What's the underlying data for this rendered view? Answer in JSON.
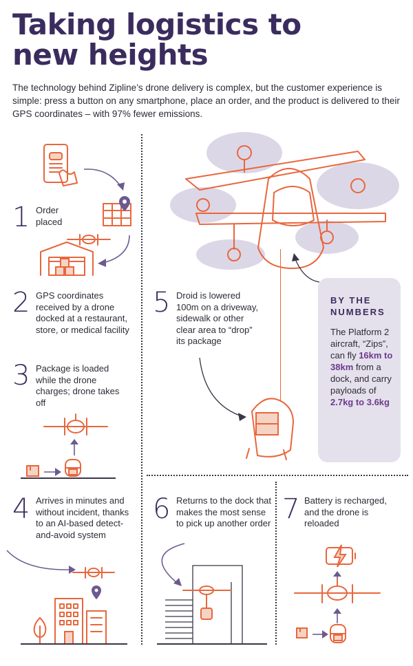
{
  "header": {
    "title": "Taking logistics to new heights",
    "intro": "The technology behind Zipline’s drone delivery is complex, but the customer experience is simple: press a button on any smartphone, place an order, and the product is delivered to their GPS coordinates – with 97% fewer emissions."
  },
  "steps": [
    {
      "number": "1",
      "text": "Order placed"
    },
    {
      "number": "2",
      "text": "GPS coordinates received by a drone docked at a restaurant, store, or medical facility"
    },
    {
      "number": "3",
      "text": "Package is loaded while the drone charges; drone takes off"
    },
    {
      "number": "4",
      "text": "Arrives in minutes and without incident, thanks to an AI-based detect-and-avoid system"
    },
    {
      "number": "5",
      "text": "Droid is lowered 100m on a driveway, sidewalk or other clear area to “drop” its package"
    },
    {
      "number": "6",
      "text": "Returns to the dock that makes the most sense to pick up another order"
    },
    {
      "number": "7",
      "text": "Battery is recharged, and the drone is reloaded"
    }
  ],
  "numbers_box": {
    "heading": "BY THE NUMBERS",
    "text_1": "The Platform 2 aircraft, “Zips”, can fly ",
    "range": "16km to 38km",
    "text_2": " from a dock, and carry payloads of ",
    "payload": "2.7kg to 3.6kg"
  },
  "colors": {
    "accent": "#e8663d",
    "brand": "#3b2c5e",
    "box_bg": "#e5e1ec"
  },
  "icons": [
    "smartphone-icon",
    "location-pin-icon",
    "map-grid-icon",
    "warehouse-icon",
    "drone-icon",
    "package-icon",
    "droid-icon",
    "building-icon",
    "tree-icon",
    "dock-icon",
    "battery-charging-icon"
  ]
}
